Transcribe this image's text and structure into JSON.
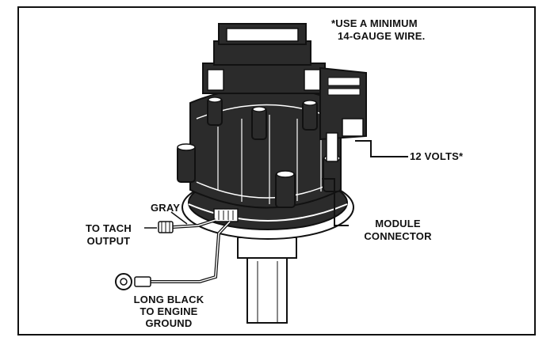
{
  "notes": {
    "wire_gauge_line1": "*USE A MINIMUM",
    "wire_gauge_line2": "14-GAUGE WIRE."
  },
  "callouts": {
    "volts": "12 VOLTS*",
    "module_line1": "MODULE",
    "module_line2": "CONNECTOR",
    "gray": "GRAY",
    "tach_line1": "TO TACH",
    "tach_line2": "OUTPUT",
    "ground_line1": "LONG BLACK",
    "ground_line2": "TO ENGINE",
    "ground_line3": "GROUND"
  },
  "colors": {
    "ink": "#111111",
    "body_fill": "#2b2b2b",
    "highlight": "#ffffff",
    "paper": "#ffffff"
  }
}
